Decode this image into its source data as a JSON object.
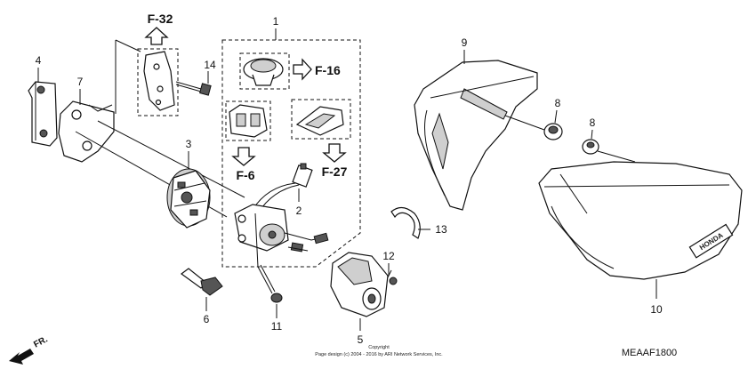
{
  "callouts": {
    "p1": "1",
    "p2": "2",
    "p3": "3",
    "p4": "4",
    "p5": "5",
    "p6": "6",
    "p7": "7",
    "p8a": "8",
    "p8b": "8",
    "p9": "9",
    "p10": "10",
    "p11": "11",
    "p12": "12",
    "p13": "13",
    "p14": "14"
  },
  "refs": {
    "f32": "F-32",
    "f16": "F-16",
    "f6": "F-6",
    "f27": "F-27"
  },
  "emblem": "HONDA",
  "footer": {
    "copyright_line1": "Copyright",
    "copyright_line2": "Page design (c) 2004 - 2016 by ARI Network Services, Inc.",
    "diagram_code": "MEAAF1800"
  },
  "direction": {
    "label": "FR."
  }
}
